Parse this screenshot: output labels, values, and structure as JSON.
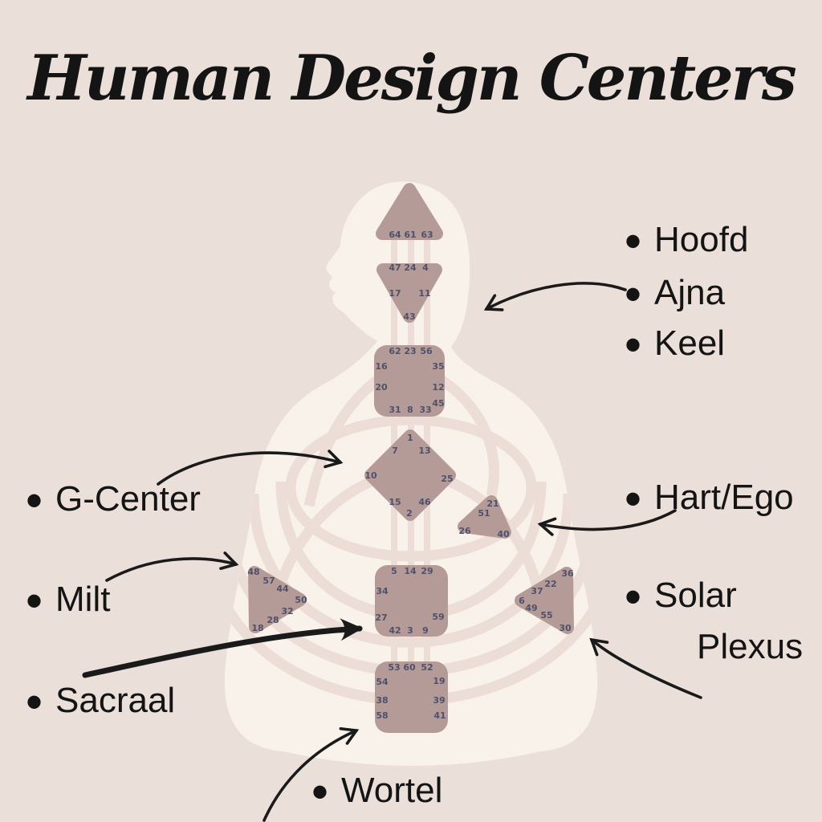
{
  "title": "Human Design Centers",
  "colors": {
    "background": "#ebdfd9",
    "body_silhouette": "#f8f2ea",
    "channel": "#ecded7",
    "center_fill": "#b49b98",
    "gate_number": "#50506a",
    "ink": "#1a1a1a"
  },
  "legend": {
    "bullet": "•",
    "hoofd": "Hoofd",
    "ajna": "Ajna",
    "keel": "Keel",
    "g_center": "G-Center",
    "hart_ego": "Hart/Ego",
    "milt": "Milt",
    "solar_line1": "Solar",
    "solar_line2": "Plexus",
    "sacraal": "Sacraal",
    "wortel": "Wortel"
  },
  "centers": {
    "head": {
      "name": "Hoofd",
      "shape": "triangle-up",
      "gates": [
        64,
        61,
        63
      ]
    },
    "ajna": {
      "name": "Ajna",
      "shape": "triangle-down",
      "gates": [
        47,
        24,
        4,
        17,
        11,
        43
      ]
    },
    "throat": {
      "name": "Keel",
      "shape": "square",
      "gates": [
        62,
        23,
        56,
        16,
        35,
        20,
        12,
        45,
        31,
        8,
        33
      ]
    },
    "g": {
      "name": "G-Center",
      "shape": "diamond",
      "gates": [
        1,
        7,
        13,
        10,
        25,
        15,
        46,
        2
      ]
    },
    "heart": {
      "name": "Hart/Ego",
      "shape": "triangle-small",
      "gates": [
        21,
        51,
        26,
        40
      ]
    },
    "spleen": {
      "name": "Milt",
      "shape": "triangle-right",
      "gates": [
        48,
        57,
        44,
        50,
        32,
        28,
        18
      ]
    },
    "sacral": {
      "name": "Sacraal",
      "shape": "square",
      "gates": [
        5,
        14,
        29,
        34,
        27,
        59,
        42,
        3,
        9
      ]
    },
    "solar": {
      "name": "Solar Plexus",
      "shape": "triangle-left",
      "gates": [
        36,
        22,
        37,
        6,
        49,
        55,
        30
      ]
    },
    "root": {
      "name": "Wortel",
      "shape": "square",
      "gates": [
        53,
        60,
        52,
        54,
        19,
        38,
        39,
        58,
        41
      ]
    }
  }
}
